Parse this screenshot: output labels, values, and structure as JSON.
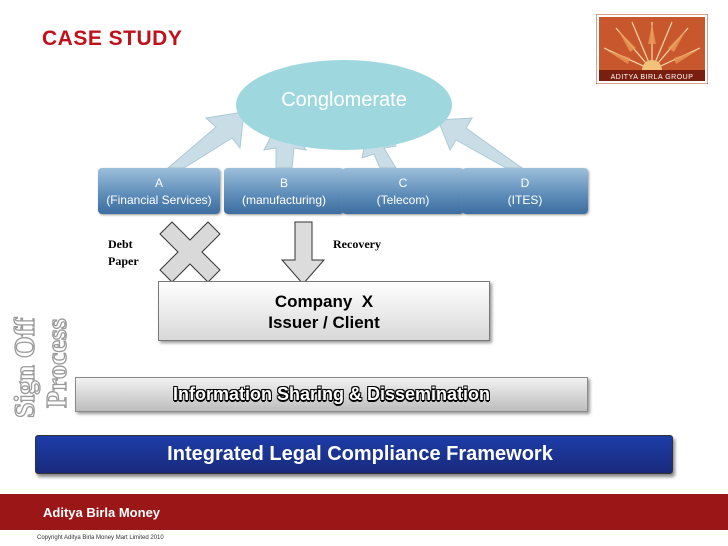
{
  "header": {
    "title": "CASE STUDY",
    "logo_text": "ADITYA BIRLA GROUP"
  },
  "diagram": {
    "conglomerate": "Conglomerate",
    "subsidiaries": [
      {
        "letter": "A",
        "name": "(Financial Services)"
      },
      {
        "letter": "B",
        "name": "(manufacturing)"
      },
      {
        "letter": "C",
        "name": "(Telecom)"
      },
      {
        "letter": "D",
        "name": "(ITES)"
      }
    ],
    "debt_label": [
      "Debt",
      "Paper"
    ],
    "recovery_label": "Recovery",
    "company": [
      "Company  X",
      "Issuer / Client"
    ],
    "info_bar": "Information Sharing & Dissemination",
    "framework": "Integrated Legal Compliance Framework",
    "side_text": [
      "Sign Off",
      "Process"
    ]
  },
  "footer": {
    "brand": "Aditya Birla Money",
    "copyright": "Copyright Aditya Birla Money Mart Limited 2010"
  },
  "colors": {
    "accent_red": "#c0111b",
    "footer_red": "#9b1616",
    "framework_blue": "#1c3da8",
    "conglomerate_teal": "#9fd7df",
    "box_blue": "#5c8bb8"
  }
}
